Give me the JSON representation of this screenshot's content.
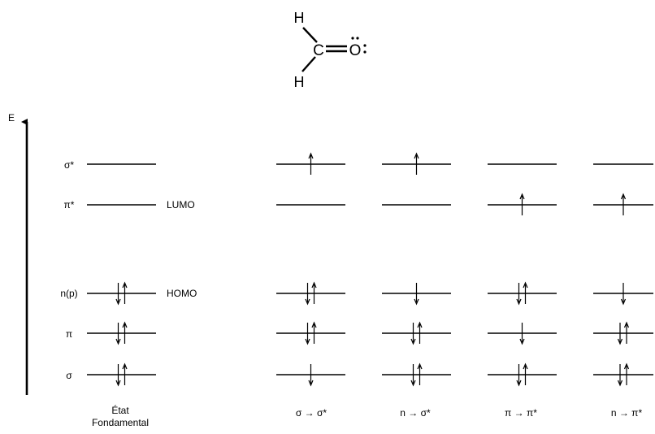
{
  "molecule": {
    "atom_h_top": "H",
    "atom_c": "C",
    "atom_o": "O",
    "atom_h_bottom": "H"
  },
  "axis": {
    "label": "E"
  },
  "levels": [
    {
      "id": "sigma-star",
      "label": "σ*"
    },
    {
      "id": "pi-star",
      "label": "π*"
    },
    {
      "id": "n-p",
      "label": "n(p)"
    },
    {
      "id": "pi",
      "label": "π"
    },
    {
      "id": "sigma",
      "label": "σ"
    }
  ],
  "annotations": {
    "lumo": "LUMO",
    "homo": "HOMO"
  },
  "states": [
    {
      "id": "ground",
      "label_line1": "État",
      "label_line2": "Fondamental",
      "occupancy": [
        [],
        [],
        [
          "down",
          "up"
        ],
        [
          "down",
          "up"
        ],
        [
          "down",
          "up"
        ]
      ]
    },
    {
      "id": "sigma-sigma-star",
      "label_line1": "σ → σ*",
      "label_line2": "",
      "occupancy": [
        [
          "up"
        ],
        [],
        [
          "down",
          "up"
        ],
        [
          "down",
          "up"
        ],
        [
          "down"
        ]
      ]
    },
    {
      "id": "n-sigma-star",
      "label_line1": "n → σ*",
      "label_line2": "",
      "occupancy": [
        [
          "up"
        ],
        [],
        [
          "down"
        ],
        [
          "down",
          "up"
        ],
        [
          "down",
          "up"
        ]
      ]
    },
    {
      "id": "pi-pi-star",
      "label_line1": "π → π*",
      "label_line2": "",
      "occupancy": [
        [],
        [
          "up"
        ],
        [
          "down",
          "up"
        ],
        [
          "down"
        ],
        [
          "down",
          "up"
        ]
      ]
    },
    {
      "id": "n-pi-star",
      "label_line1": "n → π*",
      "label_line2": "",
      "occupancy": [
        [],
        [
          "up"
        ],
        [
          "down"
        ],
        [
          "down",
          "up"
        ],
        [
          "down",
          "up"
        ]
      ]
    }
  ]
}
